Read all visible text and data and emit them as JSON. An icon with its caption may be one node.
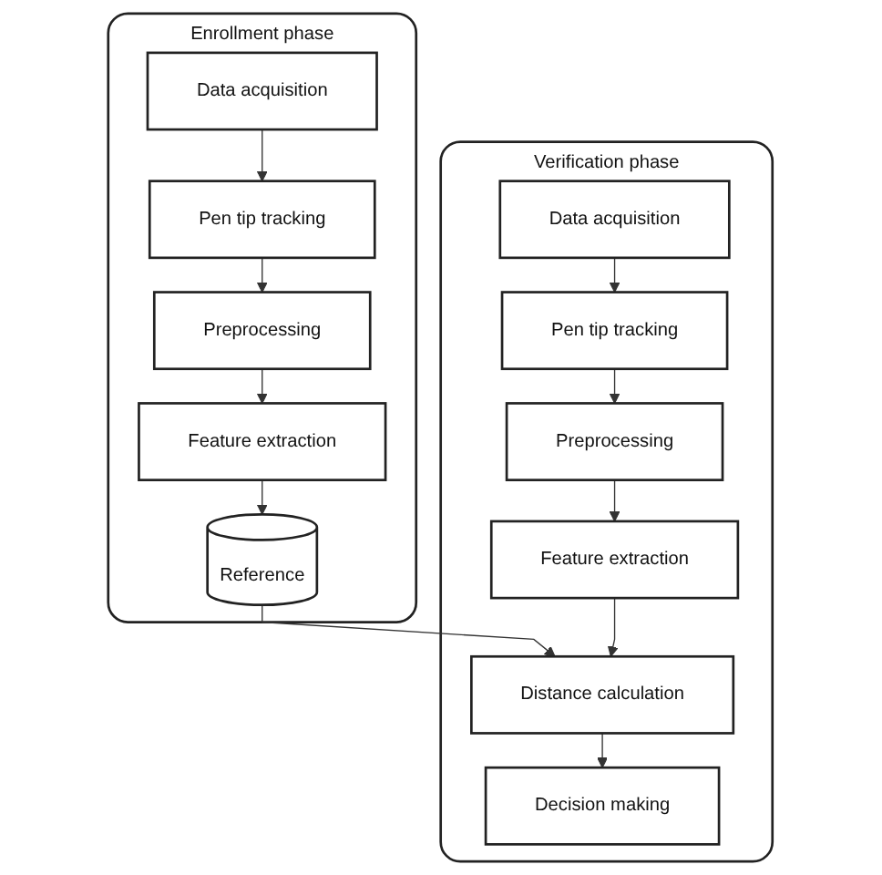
{
  "diagram": {
    "nodes": [
      {
        "text": [
          "Enrollment phase"
        ]
      },
      {
        "text": [
          "Data acquisition"
        ],
        "in": 0
      },
      {
        "text": [
          "Pen tip tracking"
        ],
        "in": 0
      },
      {
        "text": [
          "Preprocessing"
        ],
        "in": 0
      },
      {
        "text": [
          "Feature extraction"
        ],
        "in": 0
      },
      {
        "text": [
          "Reference"
        ],
        "in": 0
      },
      {
        "text": [
          "Verification phase"
        ]
      },
      {
        "text": [
          "Data acquisition"
        ],
        "in": 6
      },
      {
        "text": [
          "Pen tip tracking"
        ],
        "in": 6
      },
      {
        "text": [
          "Preprocessing"
        ],
        "in": 6
      },
      {
        "text": [
          "Feature extraction"
        ],
        "in": 6
      },
      {
        "text": [
          "Distance calculation"
        ],
        "in": 6
      },
      {
        "text": [
          "Decision making"
        ],
        "in": 6
      }
    ],
    "edges": [
      {
        "from": 1,
        "to": 2,
        "arrow": "to"
      },
      {
        "from": 2,
        "to": 3,
        "arrow": "to"
      },
      {
        "from": 3,
        "to": 4,
        "arrow": "to"
      },
      {
        "from": 4,
        "to": 5,
        "arrow": "to"
      },
      {
        "from": 5,
        "to": 11,
        "arrow": "to"
      },
      {
        "from": 7,
        "to": 8,
        "arrow": "to"
      },
      {
        "from": 8,
        "to": 9,
        "arrow": "to"
      },
      {
        "from": 9,
        "to": 10,
        "arrow": "to"
      },
      {
        "from": 10,
        "to": 11,
        "arrow": "to"
      },
      {
        "from": 11,
        "to": 12,
        "arrow": "to"
      }
    ]
  }
}
